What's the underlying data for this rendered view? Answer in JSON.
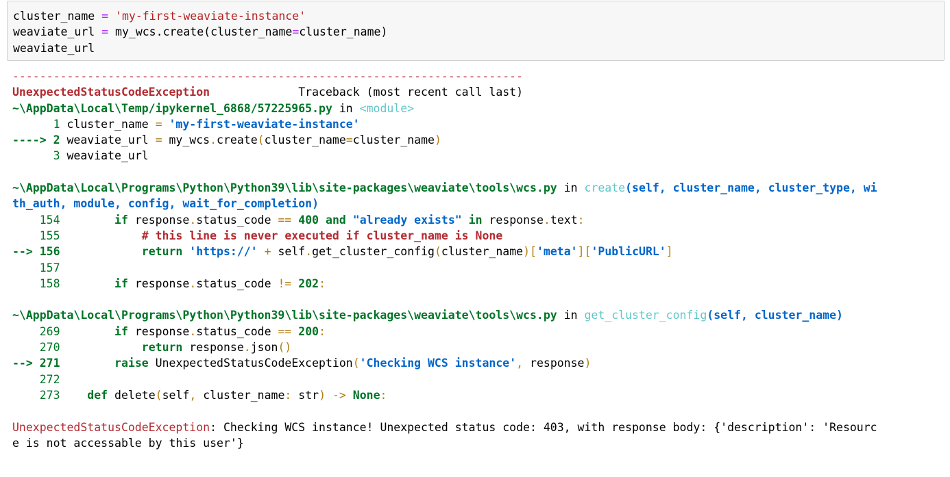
{
  "input_cell": {
    "line1": {
      "a": "cluster_name ",
      "op": "=",
      "str": "'my-first-weaviate-instance'"
    },
    "line2": {
      "a": "weaviate_url ",
      "op1": "=",
      "b": " my_wcs",
      "op2": ".",
      "c": "create(cluster_name",
      "op3": "=",
      "d": "cluster_name)"
    },
    "line3": "weaviate_url"
  },
  "traceback": {
    "separator": "---------------------------------------------------------------------------",
    "exception_name": "UnexpectedStatusCodeException",
    "header_pad": "             ",
    "header_right": "Traceback (most recent call last)",
    "frame1": {
      "path": "~\\AppData\\Local\\Temp/ipykernel_6868/57225965.py",
      "in": " in ",
      "func": "<module>",
      "lines": [
        {
          "num": "      1",
          "code_a": " cluster_name ",
          "eq": "=",
          "str": " 'my-first-weaviate-instance'"
        },
        {
          "arrow": "----> 2",
          "code_a": " weaviate_url ",
          "eq": "=",
          "code_b": " my_wcs",
          "dot": ".",
          "code_c": "create",
          "p1": "(",
          "code_d": "cluster_name",
          "eq2": "=",
          "code_e": "cluster_name",
          "p2": ")"
        },
        {
          "num": "      3",
          "code": " weaviate_url"
        }
      ]
    },
    "frame2": {
      "path": "~\\AppData\\Local\\Programs\\Python\\Python39\\lib\\site-packages\\weaviate\\tools\\wcs.py",
      "in": " in ",
      "func": "create",
      "args_1": "(self, cluster_name, cluster_type, wi",
      "args_2": "th_auth, module, config, wait_for_completion)",
      "l154": {
        "num": "    154",
        "pad": "        ",
        "kw": "if",
        "a": " response",
        "dot": ".",
        "b": "status_code ",
        "op": "==",
        "num400": " 400",
        "and": " and",
        "str": " \"already exists\"",
        "in": " in",
        "c": " response",
        "dot2": ".",
        "d": "text",
        "colon": ":"
      },
      "l155": {
        "num": "    155",
        "comment": "            # this line is never executed if cluster_name is None"
      },
      "l156": {
        "arrow": "--> 156",
        "pad": "            ",
        "kw": "return",
        "str1": " 'https://'",
        "plus": " +",
        "a": " self",
        "dot": ".",
        "b": "get_cluster_config",
        "p1": "(",
        "c": "cluster_name",
        "p2": ")",
        "b1": "[",
        "s2": "'meta'",
        "b2": "][",
        "s3": "'PublicURL'",
        "b3": "]"
      },
      "l157": {
        "num": "    157"
      },
      "l158": {
        "num": "    158",
        "pad": "        ",
        "kw": "if",
        "a": " response",
        "dot": ".",
        "b": "status_code ",
        "op": "!=",
        "n": " 202",
        "colon": ":"
      }
    },
    "frame3": {
      "path": "~\\AppData\\Local\\Programs\\Python\\Python39\\lib\\site-packages\\weaviate\\tools\\wcs.py",
      "in": " in ",
      "func": "get_cluster_config",
      "args": "(self, cluster_name)",
      "l269": {
        "num": "    269",
        "pad": "        ",
        "kw": "if",
        "a": " response",
        "dot": ".",
        "b": "status_code ",
        "op": "==",
        "n": " 200",
        "colon": ":"
      },
      "l270": {
        "num": "    270",
        "pad": "            ",
        "kw": "return",
        "a": " response",
        "dot": ".",
        "b": "json",
        "p": "()"
      },
      "l271": {
        "arrow": "--> 271",
        "pad": "        ",
        "kw": "raise",
        "a": " UnexpectedStatusCodeException",
        "p1": "(",
        "str": "'Checking WCS instance'",
        "comma": ",",
        "b": " response",
        "p2": ")"
      },
      "l272": {
        "num": "    272"
      },
      "l273": {
        "num": "    273",
        "pad": "    ",
        "kw": "def",
        "a": " delete",
        "p1": "(",
        "b": "self",
        "comma": ",",
        "c": " cluster_name",
        "colon": ":",
        "d": " str",
        "p2": ")",
        "arrow": " ->",
        "none": " None",
        "colon2": ":"
      }
    },
    "error": {
      "name": "UnexpectedStatusCodeException",
      "message_1": ": Checking WCS instance! Unexpected status code: 403, with response body: {'description': 'Resourc",
      "message_2": "e is not accessable by this user'}"
    }
  }
}
